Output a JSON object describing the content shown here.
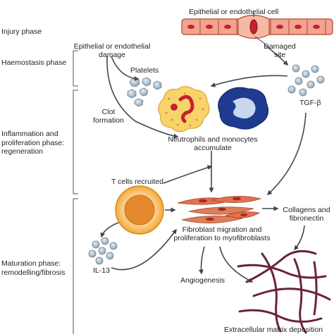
{
  "phases": {
    "injury": "Injury phase",
    "haemostasis": "Haemostasis phase",
    "inflammation": [
      "Inflammation and",
      "proliferation phase:",
      "regeneration"
    ],
    "maturation": [
      "Maturation phase:",
      "remodelling/fibrosis"
    ]
  },
  "labels": {
    "cell_layer": "Epithelial or endothelial cell",
    "damaged_site": [
      "Damaged",
      "site"
    ],
    "damage": [
      "Epithelial or endothelial",
      "damage"
    ],
    "platelets": "Platelets",
    "tgf_beta": "TGF-β",
    "clot_formation": [
      "Clot",
      "formation"
    ],
    "neutrophils": [
      "Neutrophils and monocytes",
      "accumulate"
    ],
    "t_cells": "T cells recruited",
    "fibroblast": [
      "Fibroblast migration and",
      "proliferation to myofibroblasts"
    ],
    "collagens": [
      "Collagens and",
      "fibronectin"
    ],
    "il13": "IL-13",
    "angiogenesis": "Angiogenesis",
    "ecm": "Extracellular matrix deposition"
  },
  "colors": {
    "cell_fill": "#f1a48f",
    "cell_stroke": "#b4452e",
    "nucleus": "#c8202e",
    "neutrophil": "#f7d36a",
    "monocyte": "#1f3b8f",
    "tcell_outer": "#f2a93b",
    "fibroblast": "#e3714f",
    "collagen": "#6b2438",
    "particle": "#9fb4c3",
    "arrow": "#3d4752"
  }
}
